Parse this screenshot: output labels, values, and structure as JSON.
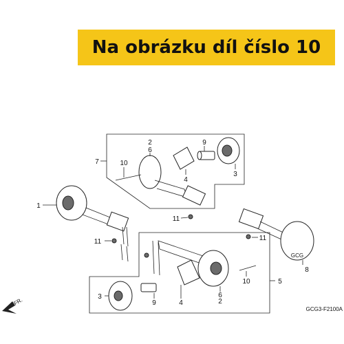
{
  "banner": {
    "text": "Na obrázku díl číslo 10",
    "color": "#f5c518"
  },
  "diagram": {
    "callouts": [
      "1",
      "2",
      "6",
      "7",
      "10",
      "9",
      "4",
      "3",
      "11",
      "11",
      "11",
      "8",
      "2",
      "6",
      "4",
      "9",
      "3",
      "10",
      "5"
    ],
    "code": "GCG3-F2100A",
    "direction_label": "FR."
  }
}
